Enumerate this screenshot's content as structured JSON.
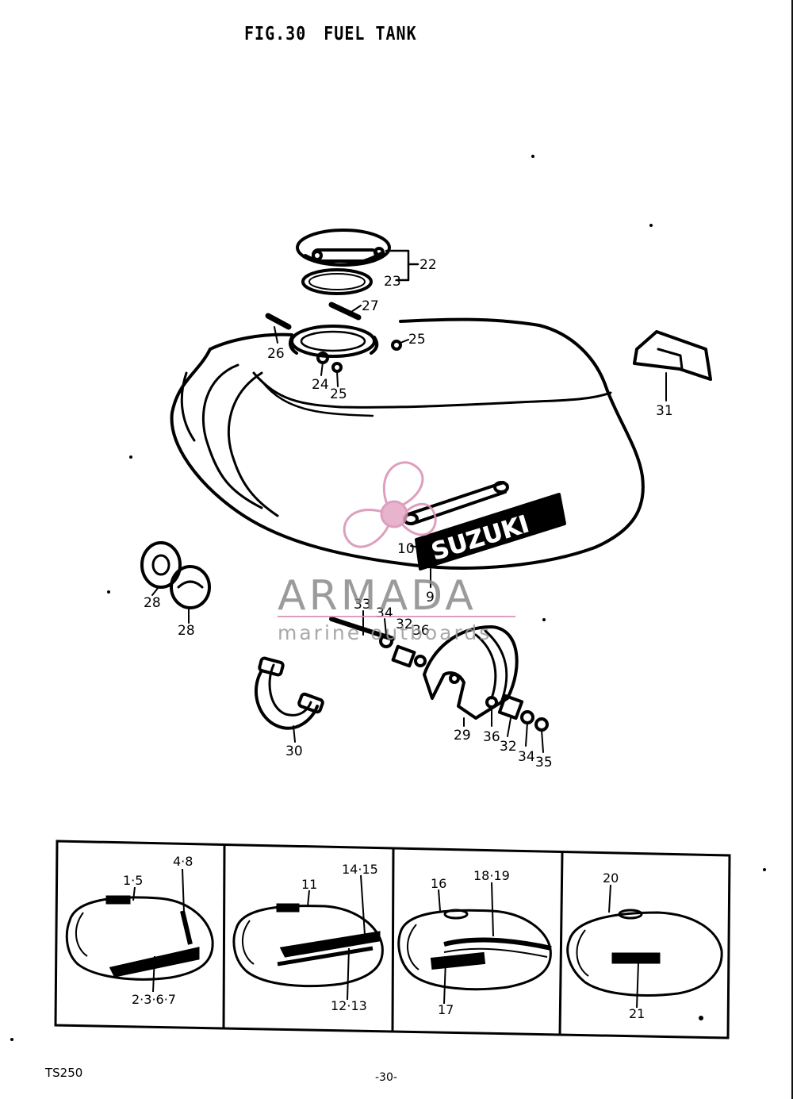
{
  "figure": {
    "fig_label": "FIG.30",
    "title": "FUEL TANK"
  },
  "callouts": {
    "c22": "22",
    "c23": "23",
    "c27": "27",
    "c26": "26",
    "c25a": "25",
    "c24": "24",
    "c25b": "25",
    "c31": "31",
    "c10": "10",
    "c9": "9",
    "c28a": "28",
    "c28b": "28",
    "c33": "33",
    "c34a": "34",
    "c32a": "32",
    "c36a": "36",
    "c30": "30",
    "c29": "29",
    "c36b": "36",
    "c32b": "32",
    "c34b": "34",
    "c35": "35"
  },
  "tank_logo": "SUZUKI",
  "variants": [
    {
      "top_left": "1·5",
      "top_right": "4·8",
      "bottom": "2·3·6·7"
    },
    {
      "top_left": "11",
      "top_right": "14·15",
      "bottom": "12·13"
    },
    {
      "top_left": "16",
      "top_right": "18·19",
      "bottom": "17"
    },
    {
      "top_left": "20",
      "bottom": "21"
    }
  ],
  "watermark": {
    "brand": "ARMADA",
    "tagline": "marine outboards",
    "color": "#d98fb4",
    "text_color": "#8a8a8a"
  },
  "footer": {
    "model": "TS250",
    "page": "-30-"
  }
}
